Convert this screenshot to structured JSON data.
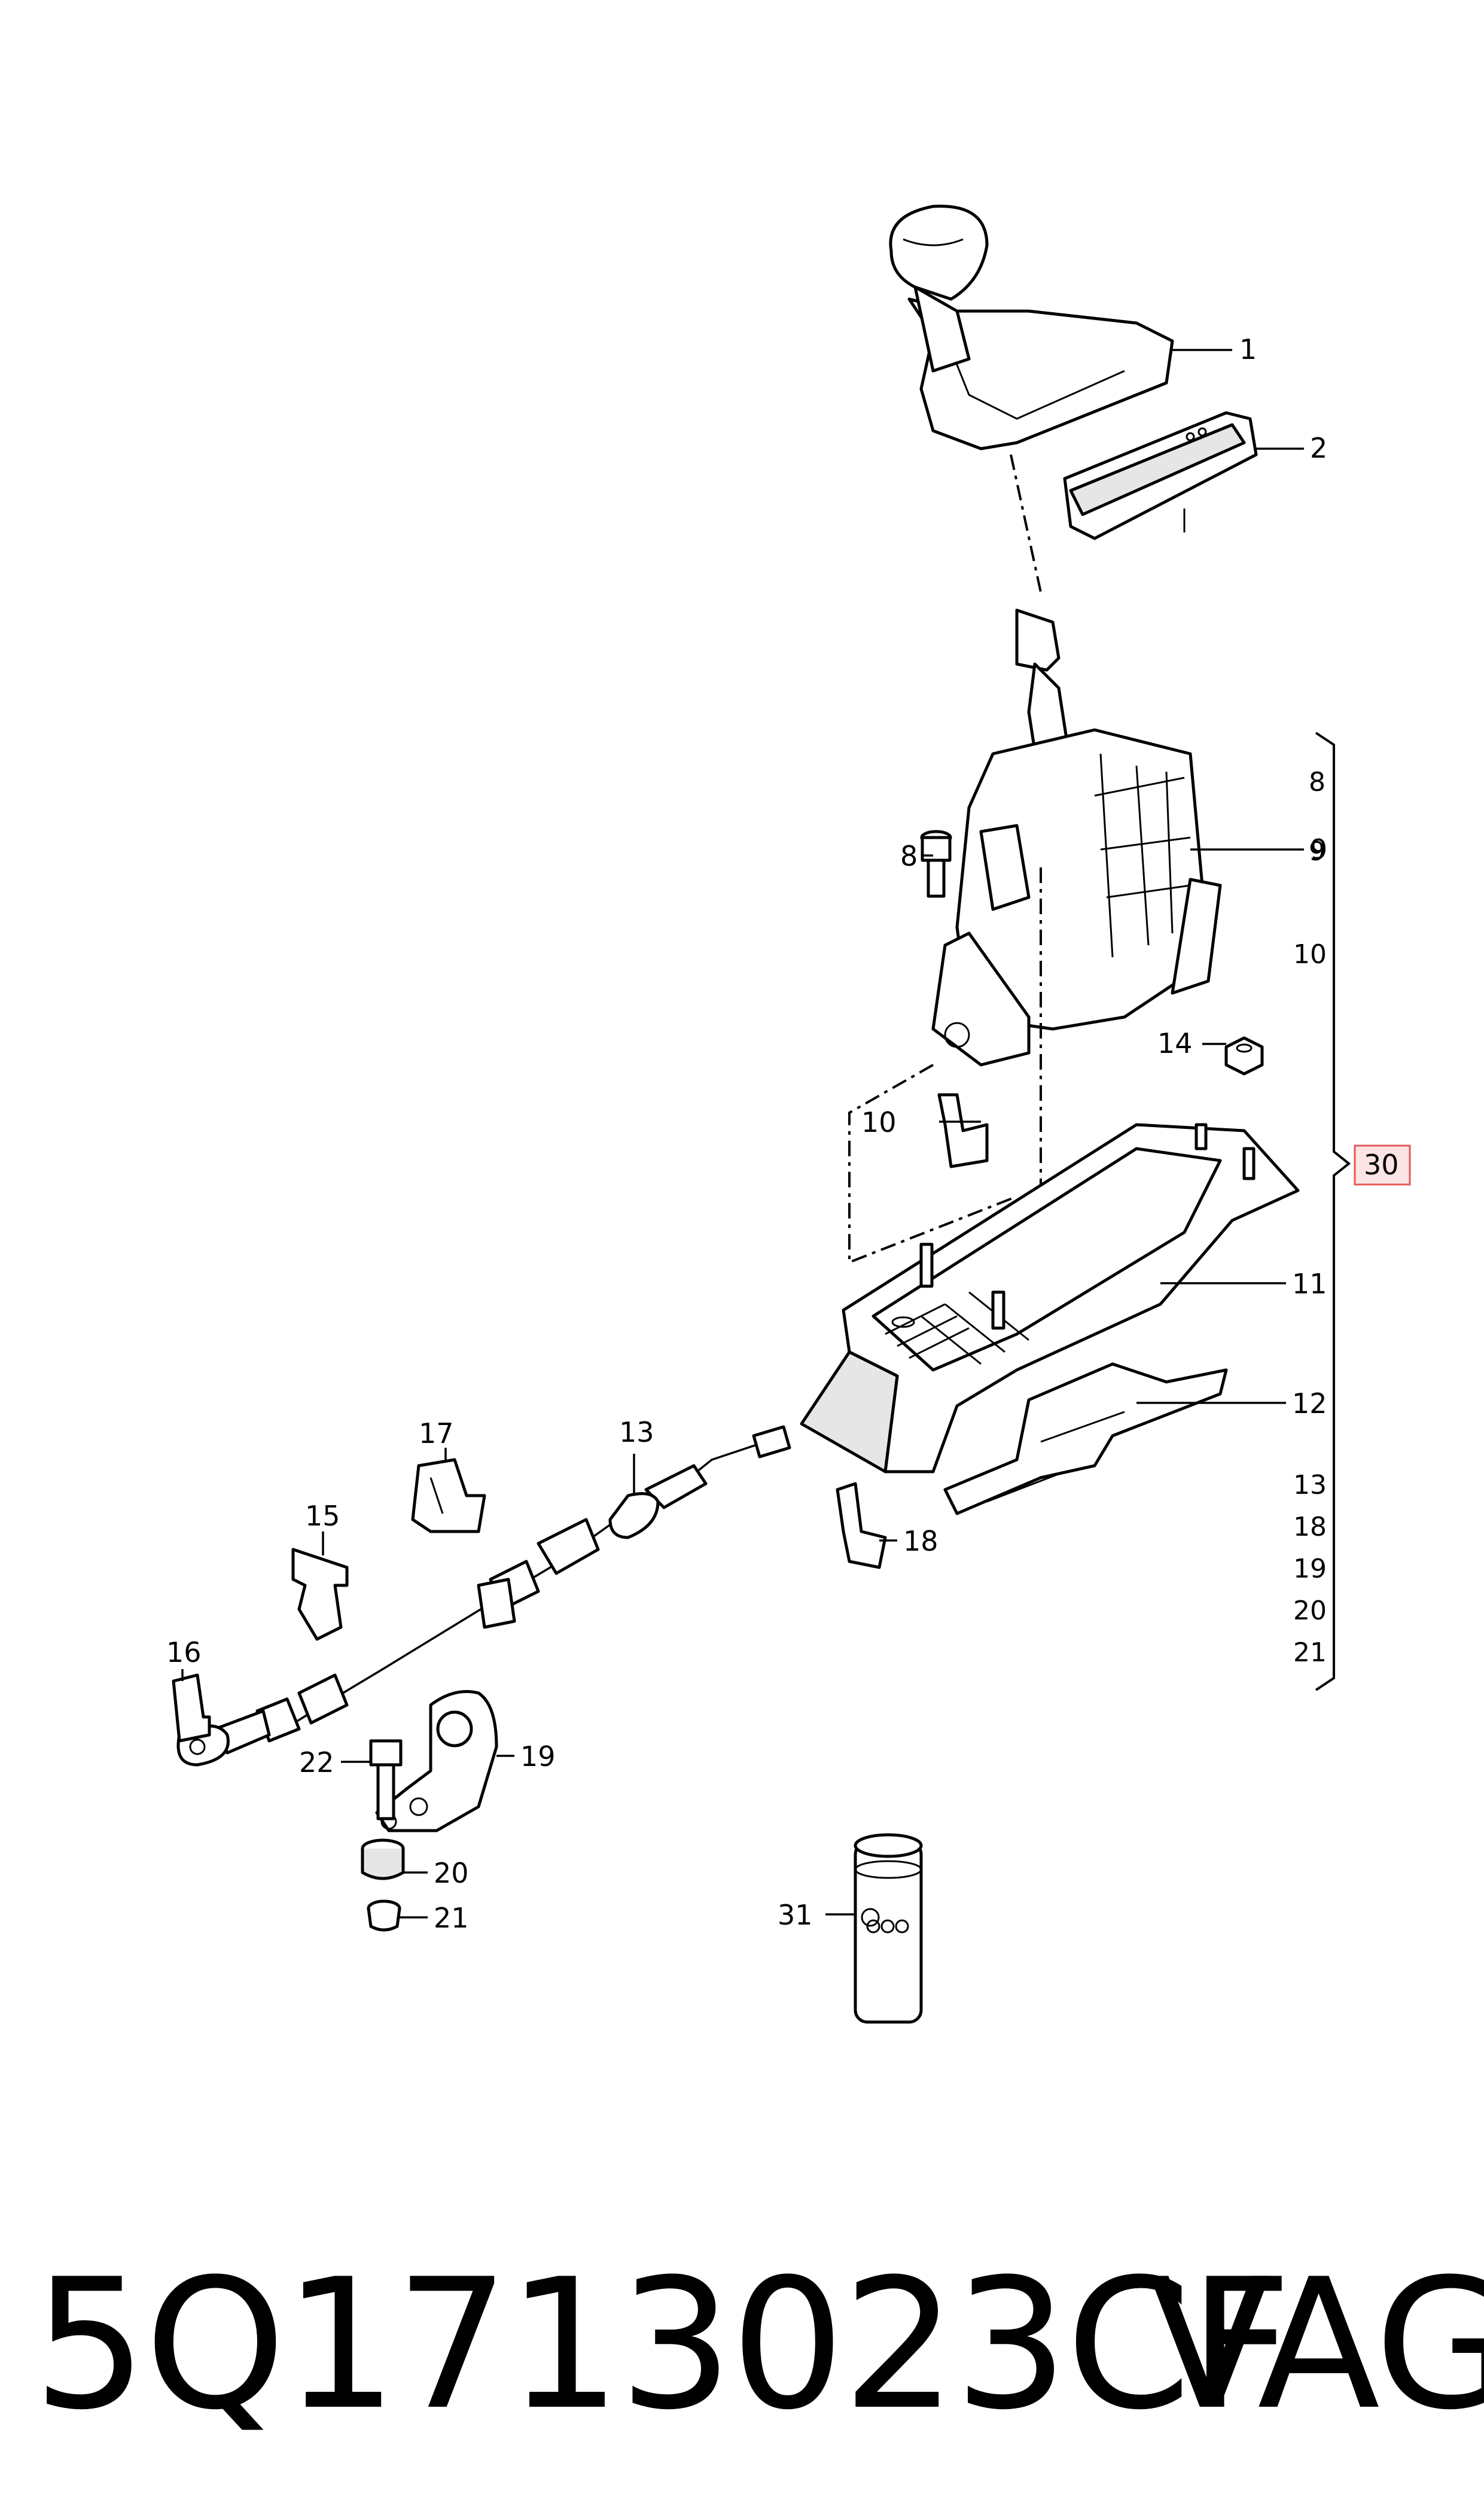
{
  "callouts": {
    "c1": "1",
    "c2": "2",
    "c8a": "8",
    "c8b": "8",
    "c9a": "9",
    "c9b": "9",
    "c10a": "10",
    "c10b": "10",
    "c11": "11",
    "c12": "12",
    "c13a": "13",
    "c13b": "13",
    "c14": "14",
    "c15": "15",
    "c16": "16",
    "c17": "17",
    "c18a": "18",
    "c18b": "18",
    "c19a": "19",
    "c19b": "19",
    "c20a": "20",
    "c20b": "20",
    "c21a": "21",
    "c21b": "21",
    "c22": "22",
    "c30": "30",
    "c31": "31"
  },
  "footer": {
    "part_number": "5Q1713023CF",
    "brand": "VAG"
  },
  "colors": {
    "highlight_box_fill": "#fde4e4",
    "highlight_box_stroke": "#e05a5a"
  }
}
